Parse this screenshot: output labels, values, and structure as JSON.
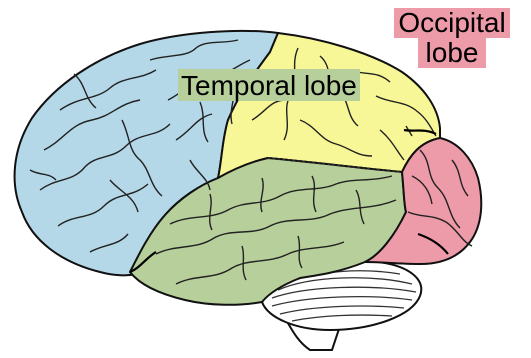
{
  "labels": {
    "temporal": "Temporal lobe",
    "occipital_line1": "Occipital",
    "occipital_line2": "lobe"
  },
  "colors": {
    "frontal": "#b4d8e8",
    "parietal": "#f8f797",
    "temporal": "#b7cf9a",
    "occipital": "#ee9ba9",
    "cerebellum": "#ffffff",
    "outline": "#111111",
    "temporal_label_bg": "#b7cf9a",
    "occipital_label_bg": "#ee9ba9"
  }
}
